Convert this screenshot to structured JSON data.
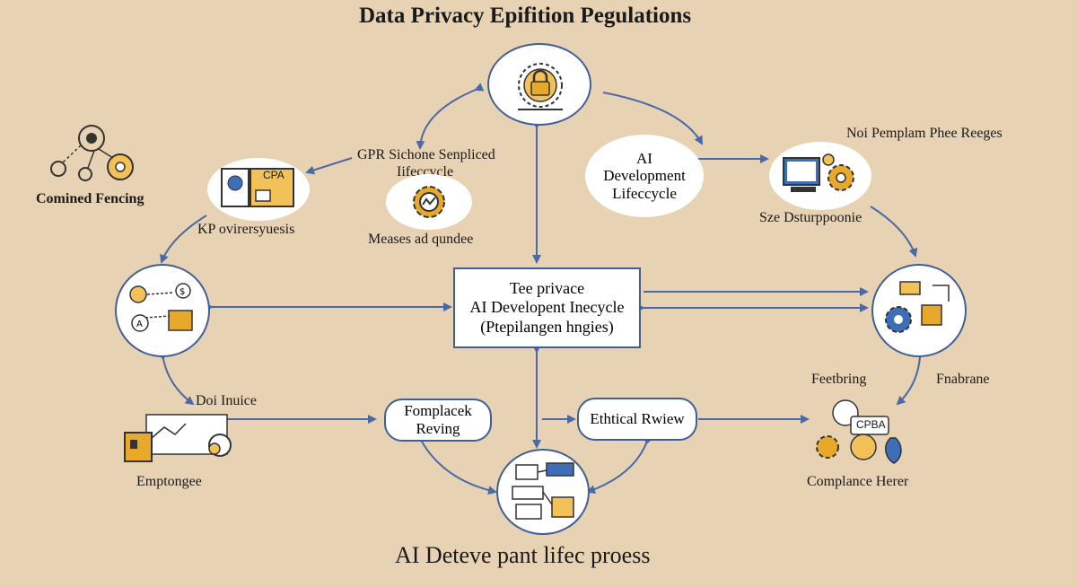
{
  "title": "Data Privacy Epifition Pegulations",
  "bottom_title": "AI Deteve pant lifec proess",
  "center_box": {
    "line1": "Tee privace",
    "line2": "AI Developent Inecycle",
    "line3": "(Ptepilangen hngies)"
  },
  "top_right_oval": {
    "line1": "AI",
    "line2": "Development",
    "line3": "Lifeccycle"
  },
  "labels": {
    "combined_fencing": "Comined Fencing",
    "kp_overviews": "KP ovirersyuesis",
    "gpr_line1": "GPR Sichone Senpliced",
    "gpr_line2": "Iifeccycle",
    "measures": "Meases ad qundee",
    "noi_pemplam": "Noi Pemplam Phee Reeges",
    "sze_disruption": "Sze Dsturppoonie",
    "doi_inuice": "Doi Inuice",
    "emptongee": "Emptongee",
    "feetbring": "Feetbring",
    "fnabrane": "Fnabrane",
    "compliance": "Complance Herer"
  },
  "pills": {
    "fomplacek_line1": "Fomplacek",
    "fomplacek_line2": "Reving",
    "ethical_review": "Ethtical Rwiew"
  },
  "icon_text": {
    "cpa": "CPA",
    "cpba": "CPBA"
  },
  "colors": {
    "background": "#e8d2b4",
    "arrow": "#4a6aa6",
    "node_border": "#3f5f96",
    "icon_gold": "#e8a92b",
    "icon_blue": "#3d6fb8"
  }
}
